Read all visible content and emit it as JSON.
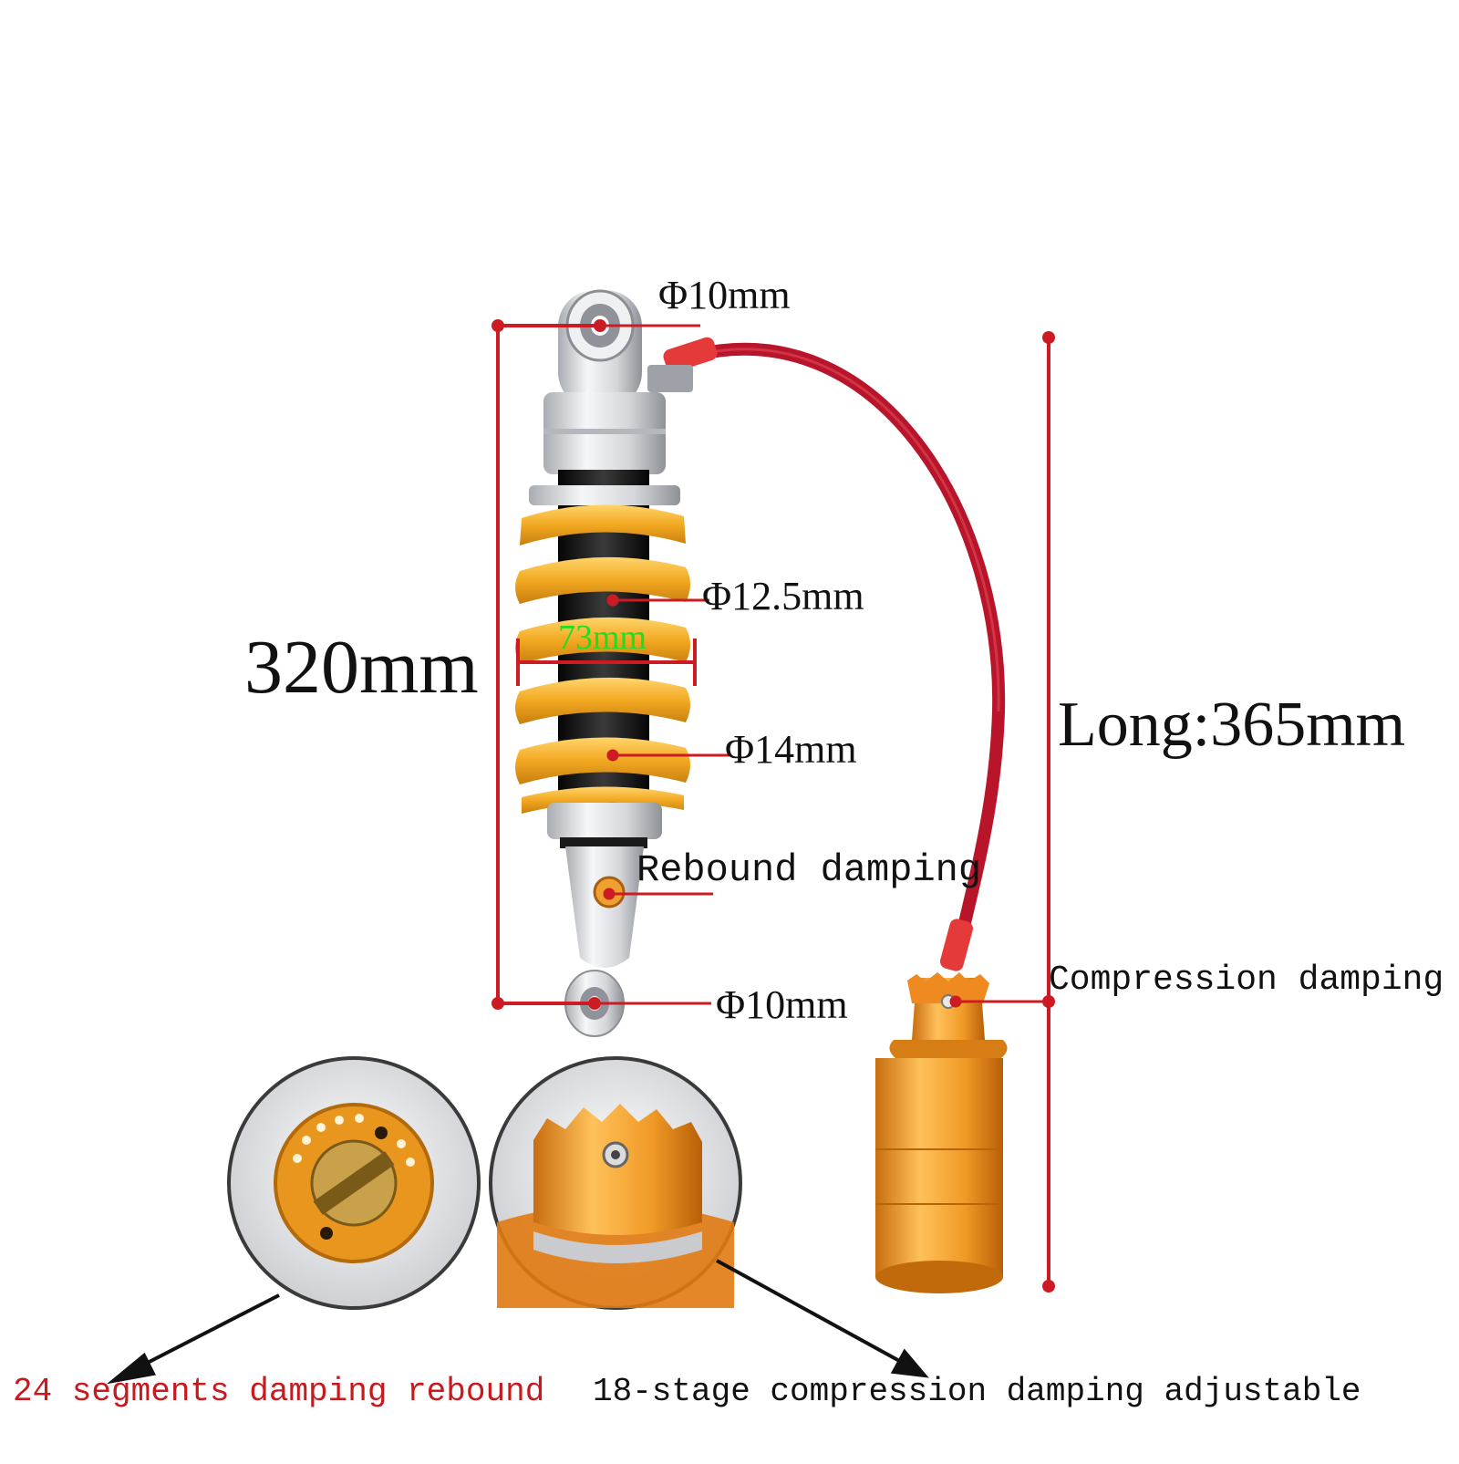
{
  "colors": {
    "dimension_line": "#cc1b22",
    "spring": "#f2a820",
    "body_silver": "#d8dade",
    "reservoir": "#f0a030",
    "hose": "#b8142a",
    "coil_dimension_text": "#22dd22",
    "rebound_caption": "#c8191e"
  },
  "labels": {
    "top_mount": "Φ10mm",
    "overall_length": "320mm",
    "spring_wire_upper": "Φ12.5mm",
    "spring_coil": "73mm",
    "spring_wire_lower": "Φ14mm",
    "long": "Long:365mm",
    "rebound_damping": "Rebound damping",
    "compression_damping": "Compression damping",
    "bottom_mount": "Φ10mm"
  },
  "captions": {
    "rebound": "24 segments damping rebound",
    "compression": "18-stage compression damping adjustable"
  }
}
